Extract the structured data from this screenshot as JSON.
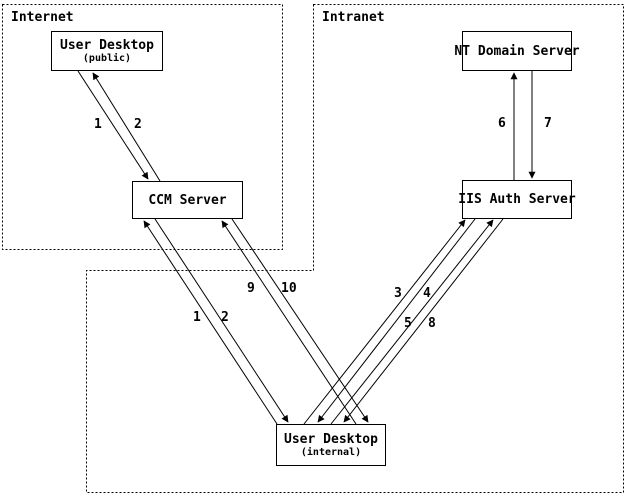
{
  "zones": {
    "internet": {
      "label": "Internet"
    },
    "intranet": {
      "label": "Intranet"
    }
  },
  "nodes": {
    "user_desktop_public": {
      "title": "User Desktop",
      "subtitle": "(public)"
    },
    "ccm_server": {
      "title": "CCM Server"
    },
    "nt_domain_server": {
      "title": "NT Domain Server"
    },
    "iis_auth_server": {
      "title": "IIS Auth Server"
    },
    "user_desktop_internal": {
      "title": "User Desktop",
      "subtitle": "(internal)"
    }
  },
  "edges": [
    {
      "label": "1",
      "from": "user_desktop_public",
      "to": "ccm_server"
    },
    {
      "label": "2",
      "from": "ccm_server",
      "to": "user_desktop_public"
    },
    {
      "label": "1",
      "from": "user_desktop_internal",
      "to": "ccm_server"
    },
    {
      "label": "2",
      "from": "ccm_server",
      "to": "user_desktop_internal"
    },
    {
      "label": "3",
      "from": "user_desktop_internal",
      "to": "iis_auth_server"
    },
    {
      "label": "4",
      "from": "iis_auth_server",
      "to": "user_desktop_internal"
    },
    {
      "label": "5",
      "from": "user_desktop_internal",
      "to": "iis_auth_server"
    },
    {
      "label": "6",
      "from": "iis_auth_server",
      "to": "nt_domain_server"
    },
    {
      "label": "7",
      "from": "nt_domain_server",
      "to": "iis_auth_server"
    },
    {
      "label": "8",
      "from": "iis_auth_server",
      "to": "user_desktop_internal"
    },
    {
      "label": "9",
      "from": "user_desktop_internal",
      "to": "ccm_server"
    },
    {
      "label": "10",
      "from": "ccm_server",
      "to": "user_desktop_internal"
    }
  ],
  "colors": {
    "line": "#000000",
    "background": "#ffffff",
    "text": "#000000"
  }
}
